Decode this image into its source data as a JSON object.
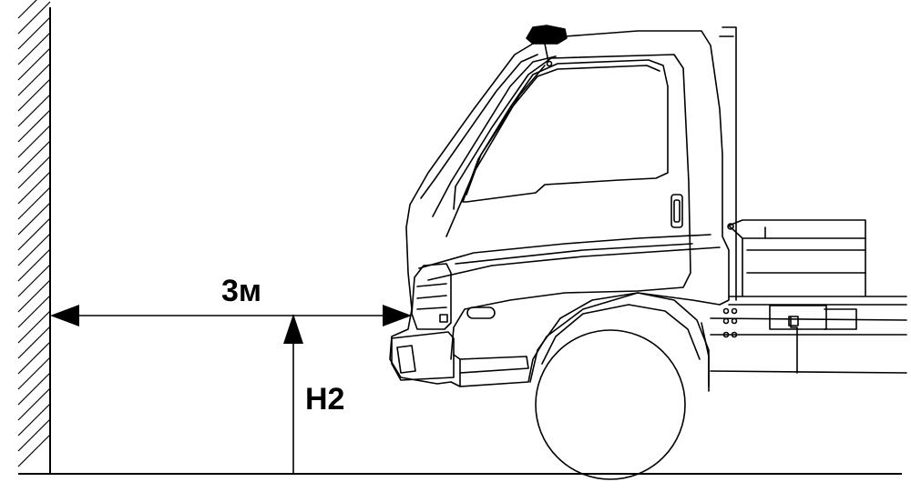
{
  "labels": {
    "distance": "3м",
    "height": "H2"
  },
  "colors": {
    "line": "#000000",
    "background": "#ffffff"
  },
  "elements": {
    "wall": "hatched-wall",
    "vehicle": "light-truck-side-view",
    "distance_arrow": "double-headed-horizontal-arrow",
    "height_arrow": "vertical-arrow"
  }
}
